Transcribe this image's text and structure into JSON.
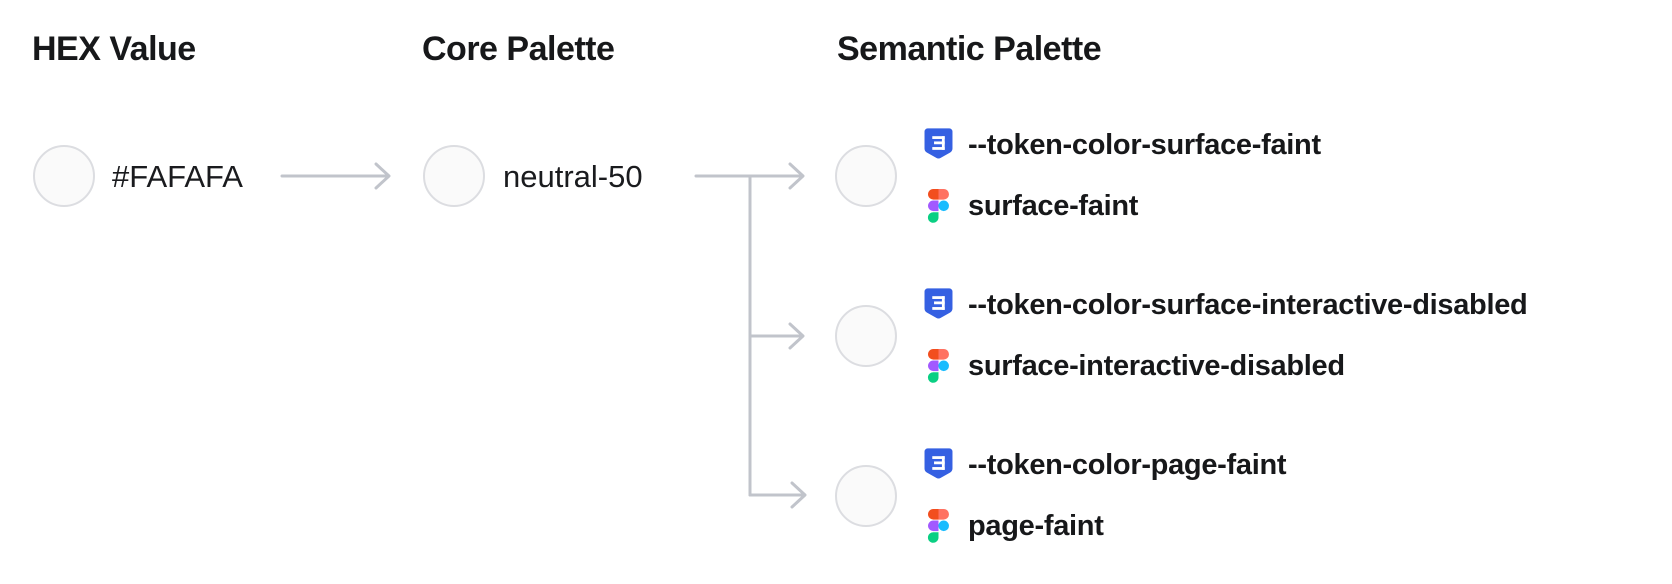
{
  "headings": {
    "hex": "HEX Value",
    "core": "Core Palette",
    "semantic": "Semantic Palette"
  },
  "hex_node": {
    "swatch_color": "#FAFAFA",
    "label": "#FAFAFA"
  },
  "core_node": {
    "swatch_color": "#FAFAFA",
    "label": "neutral-50"
  },
  "semantic_nodes": [
    {
      "swatch_color": "#FAFAFA",
      "css_token": "--token-color-surface-faint",
      "figma_token": "surface-faint"
    },
    {
      "swatch_color": "#FAFAFA",
      "css_token": "--token-color-surface-interactive-disabled",
      "figma_token": "surface-interactive-disabled"
    },
    {
      "swatch_color": "#FAFAFA",
      "css_token": "--token-color-page-faint",
      "figma_token": "page-faint"
    }
  ],
  "icons": {
    "css": "css3-shield-icon",
    "figma": "figma-logo-icon"
  },
  "colors": {
    "background": "#FFFFFF",
    "text": "#17181A",
    "swatch_fill": "#FAFAFA",
    "swatch_border": "#DCDDE1",
    "connector": "#C1C4CB",
    "css_icon_blue": "#3560E2",
    "figma_red": "#F24E1E",
    "figma_salmon": "#FF7262",
    "figma_purple": "#A259FF",
    "figma_blue": "#1ABCFE",
    "figma_green": "#0ACF83"
  }
}
